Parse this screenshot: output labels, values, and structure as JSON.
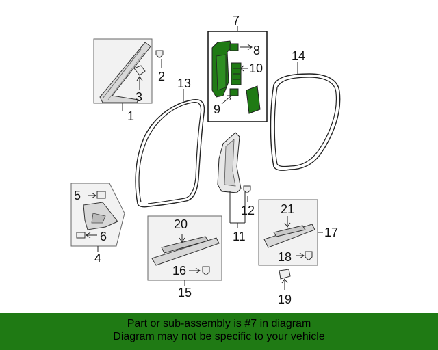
{
  "callouts": {
    "c1": "1",
    "c2": "2",
    "c3": "3",
    "c4": "4",
    "c5": "5",
    "c6": "6",
    "c7": "7",
    "c8": "8",
    "c9": "9",
    "c10": "10",
    "c11": "11",
    "c12": "12",
    "c13": "13",
    "c14": "14",
    "c15": "15",
    "c16": "16",
    "c17": "17",
    "c18": "18",
    "c19": "19",
    "c20": "20",
    "c21": "21"
  },
  "banner": {
    "line1": "Part or sub-assembly is #7 in diagram",
    "line2": "Diagram may not be specific to your vehicle",
    "color": "#1f7a14"
  },
  "highlight_color": "#1f7a14"
}
